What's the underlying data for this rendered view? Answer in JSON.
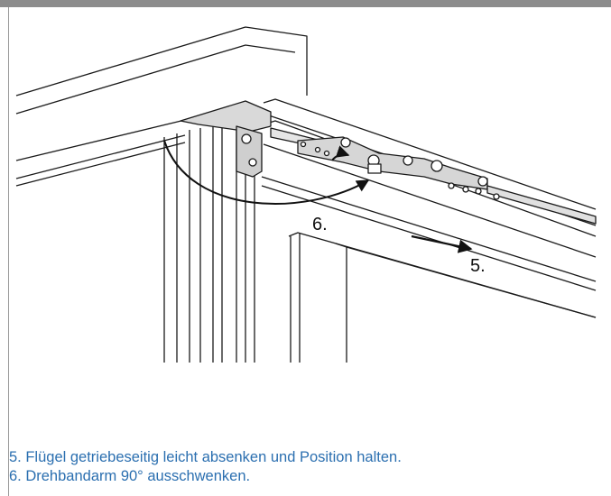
{
  "figure": {
    "callout_step_6": "6.",
    "callout_step_5": "5."
  },
  "instructions": {
    "step_5": "5. Flügel getriebeseitig leicht absenken und Position halten.",
    "step_6": "6. Drehbandarm 90° ausschwenken."
  },
  "colors": {
    "instruction_text": "#2b6fb0",
    "top_bar": "#8c8c8c",
    "line_art": "#1a1a1a"
  }
}
